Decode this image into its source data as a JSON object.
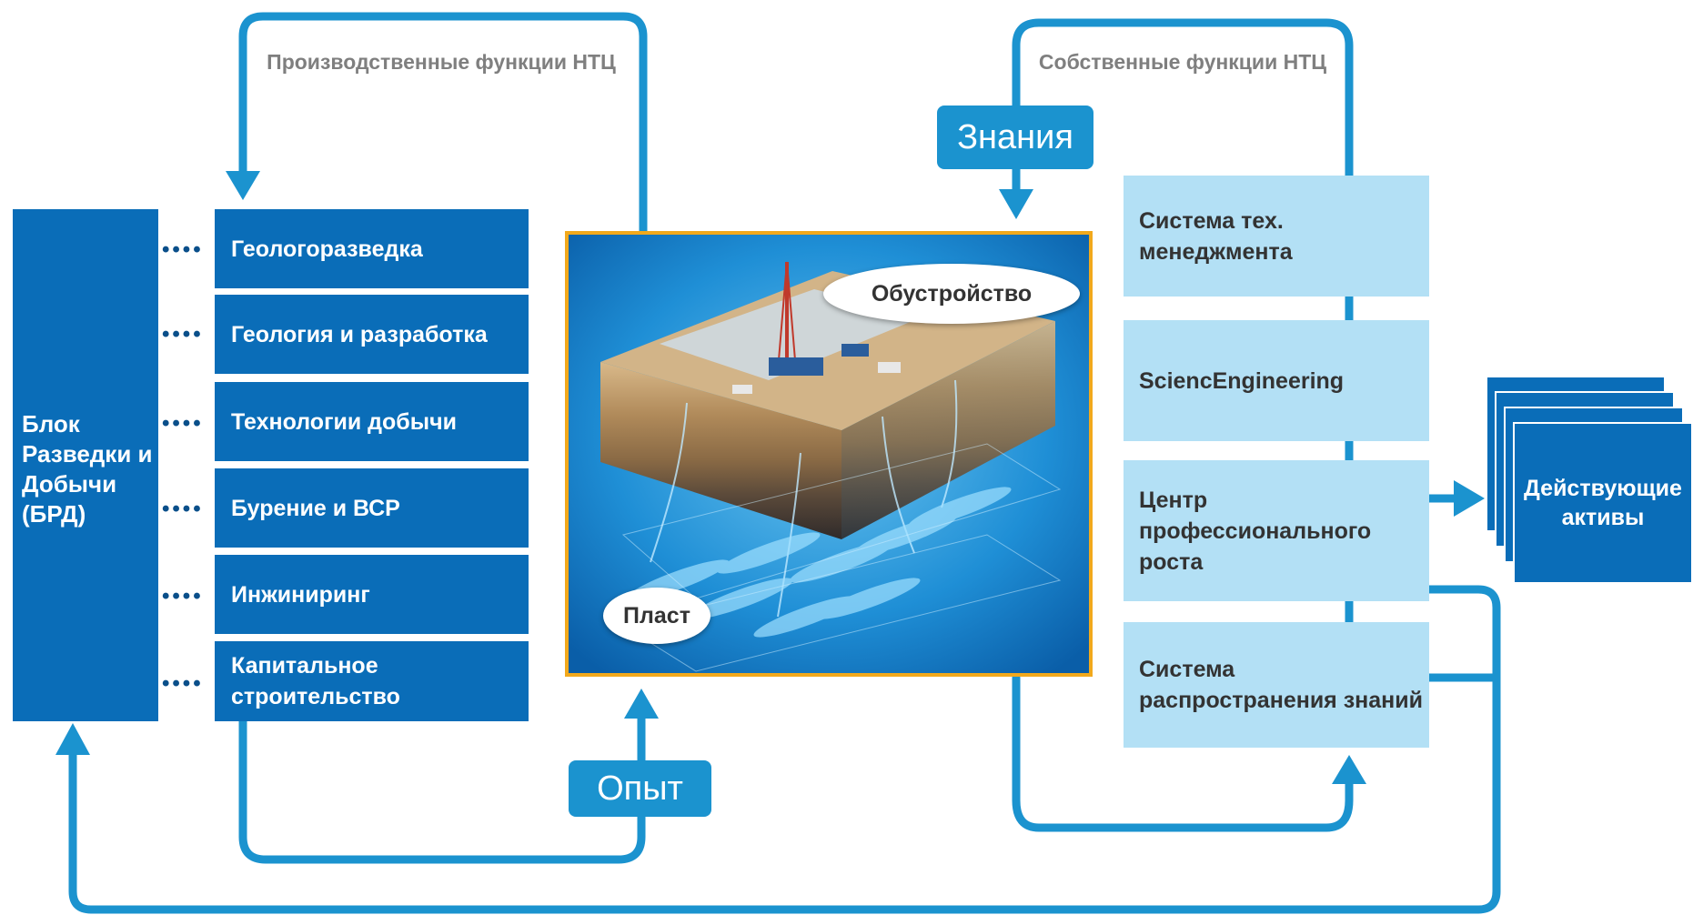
{
  "headers": {
    "production_functions": "Производственные функции НТЦ",
    "own_functions": "Собственные функции НТЦ"
  },
  "block": {
    "label": "Блок Разведки и Добычи (БРД)"
  },
  "production_functions": [
    "Геологоразведка",
    "Геология и разработка",
    "Технологии добычи",
    "Бурение и ВСР",
    "Инжиниринг",
    "Капитальное строительство"
  ],
  "own_functions": [
    "Система тех. менеджмента",
    "SciencEngineering",
    "Центр профессионального роста",
    "Система распространения знаний"
  ],
  "tags": {
    "knowledge": "Знания",
    "experience": "Опыт"
  },
  "image_labels": {
    "surface": "Обустройство",
    "reservoir": "Пласт"
  },
  "assets": {
    "label": "Действующие активы"
  },
  "colors": {
    "arrow": "#1b93cf",
    "dark_box": "#0a6db8",
    "light_box": "#b3e0f5",
    "image_border": "#f2a91c"
  }
}
